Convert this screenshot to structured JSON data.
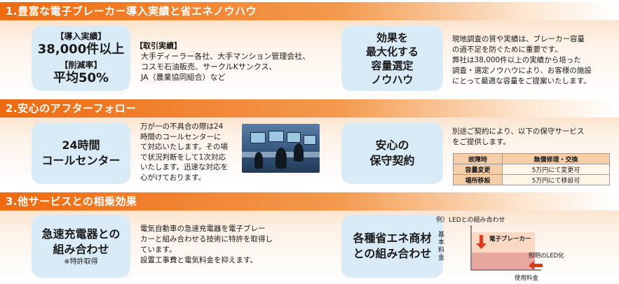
{
  "sections": [
    {
      "title": "1.豊富な電子ブレーカー導入実績と省エネノウハウ"
    },
    {
      "title": "2.安心のアフターフォロー"
    },
    {
      "title": "3.他サービスとの相乗効果"
    }
  ],
  "s1": {
    "bubble_left": {
      "label1": "【導入実績】",
      "value1": "38,000件以上",
      "label2": "【削減率】",
      "value2": "平均50%"
    },
    "clients": {
      "label": "【取引実績】",
      "lines": [
        "大手ディーラー各社、大手マンション管理会社、",
        "コスモ石油販売、サークルKサンクス、",
        "JA（農業協同組合）など"
      ]
    },
    "bubble_right": {
      "lines": [
        "効果を",
        "最大化する",
        "容量選定",
        "ノウハウ"
      ]
    },
    "desc": {
      "lines": [
        "現地調査の質や実績は、ブレーカー容量",
        "の過不足を防ぐために重要です。",
        "弊社は38,000件以上の実績から培った",
        "調査・選定ノウハウにより、お客様の施設",
        "にとって最適な容量をご提案いたします。"
      ]
    }
  },
  "s2": {
    "bubble_left": {
      "lines": [
        "24時間",
        "コールセンター"
      ]
    },
    "desc_left": {
      "lines": [
        "万が一の不具合の際は24",
        "時間のコールセンターに",
        "て対応いたします。その場",
        "で状況判断をして1次対応",
        "いたします。迅速な対応を",
        "心がけております。"
      ]
    },
    "bubble_right": {
      "lines": [
        "安心の",
        "保守契約"
      ]
    },
    "desc_right": {
      "lines": [
        "別途ご契約により、以下の保守サービス",
        "をご提供します。"
      ]
    },
    "table": {
      "rows": [
        {
          "key": "故障時",
          "value": "無償修理・交換"
        },
        {
          "key": "容量変更",
          "value": "5万円にて変更可"
        },
        {
          "key": "場所移設",
          "value": "5万円にて移設可"
        }
      ]
    }
  },
  "s3": {
    "bubble_left": {
      "line1": "急速充電器との",
      "line2": "組み合わせ",
      "note": "※特許取得"
    },
    "desc_left": {
      "lines": [
        "電気自動車の急速充電器を電子ブレー",
        "カーと組み合わせる技術に特許を取得し",
        "ています。",
        "設置工事費と電気料金を抑えます。"
      ]
    },
    "bubble_right": {
      "lines": [
        "各種省エネ商材",
        "との組み合わせ"
      ]
    },
    "chart": {
      "title": "例）LEDとの組み合わせ",
      "ylabel": "基本料金",
      "xlabel": "使用料金",
      "label_breaker": "電子ブレーカー",
      "label_led": "照明のLED化",
      "color_upper": "#f9d9c4",
      "color_lower": "#e8a8a0",
      "arrow_color": "#e03a1e"
    }
  }
}
